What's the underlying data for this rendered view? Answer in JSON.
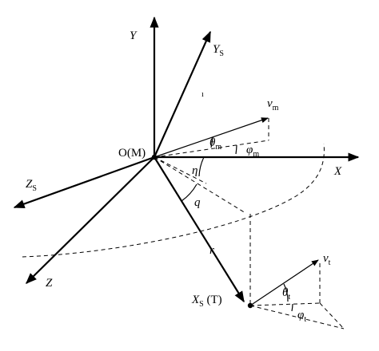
{
  "labels": {
    "y_axis": "Y",
    "x_axis": "X",
    "z_axis": "Z",
    "ys_main": "Y",
    "ys_sub": "S",
    "zs_main": "Z",
    "zs_sub": "S",
    "xs_main": "X",
    "xs_sub": "S",
    "xs_suffix": " (T)",
    "origin": "O(M)",
    "vm_main": "ν",
    "vm_sub": "m",
    "theta_m_main": "θ",
    "theta_m_sub": "m",
    "phi_m_main": "φ",
    "phi_m_sub": "m",
    "vt_main": "ν",
    "vt_sub": "t",
    "theta_t_main": "θ",
    "theta_t_sub": "t",
    "phi_t_main": "φ",
    "phi_t_sub": "t",
    "eta": "η",
    "q": "q",
    "r": "r",
    "stray_mark": "ı"
  }
}
